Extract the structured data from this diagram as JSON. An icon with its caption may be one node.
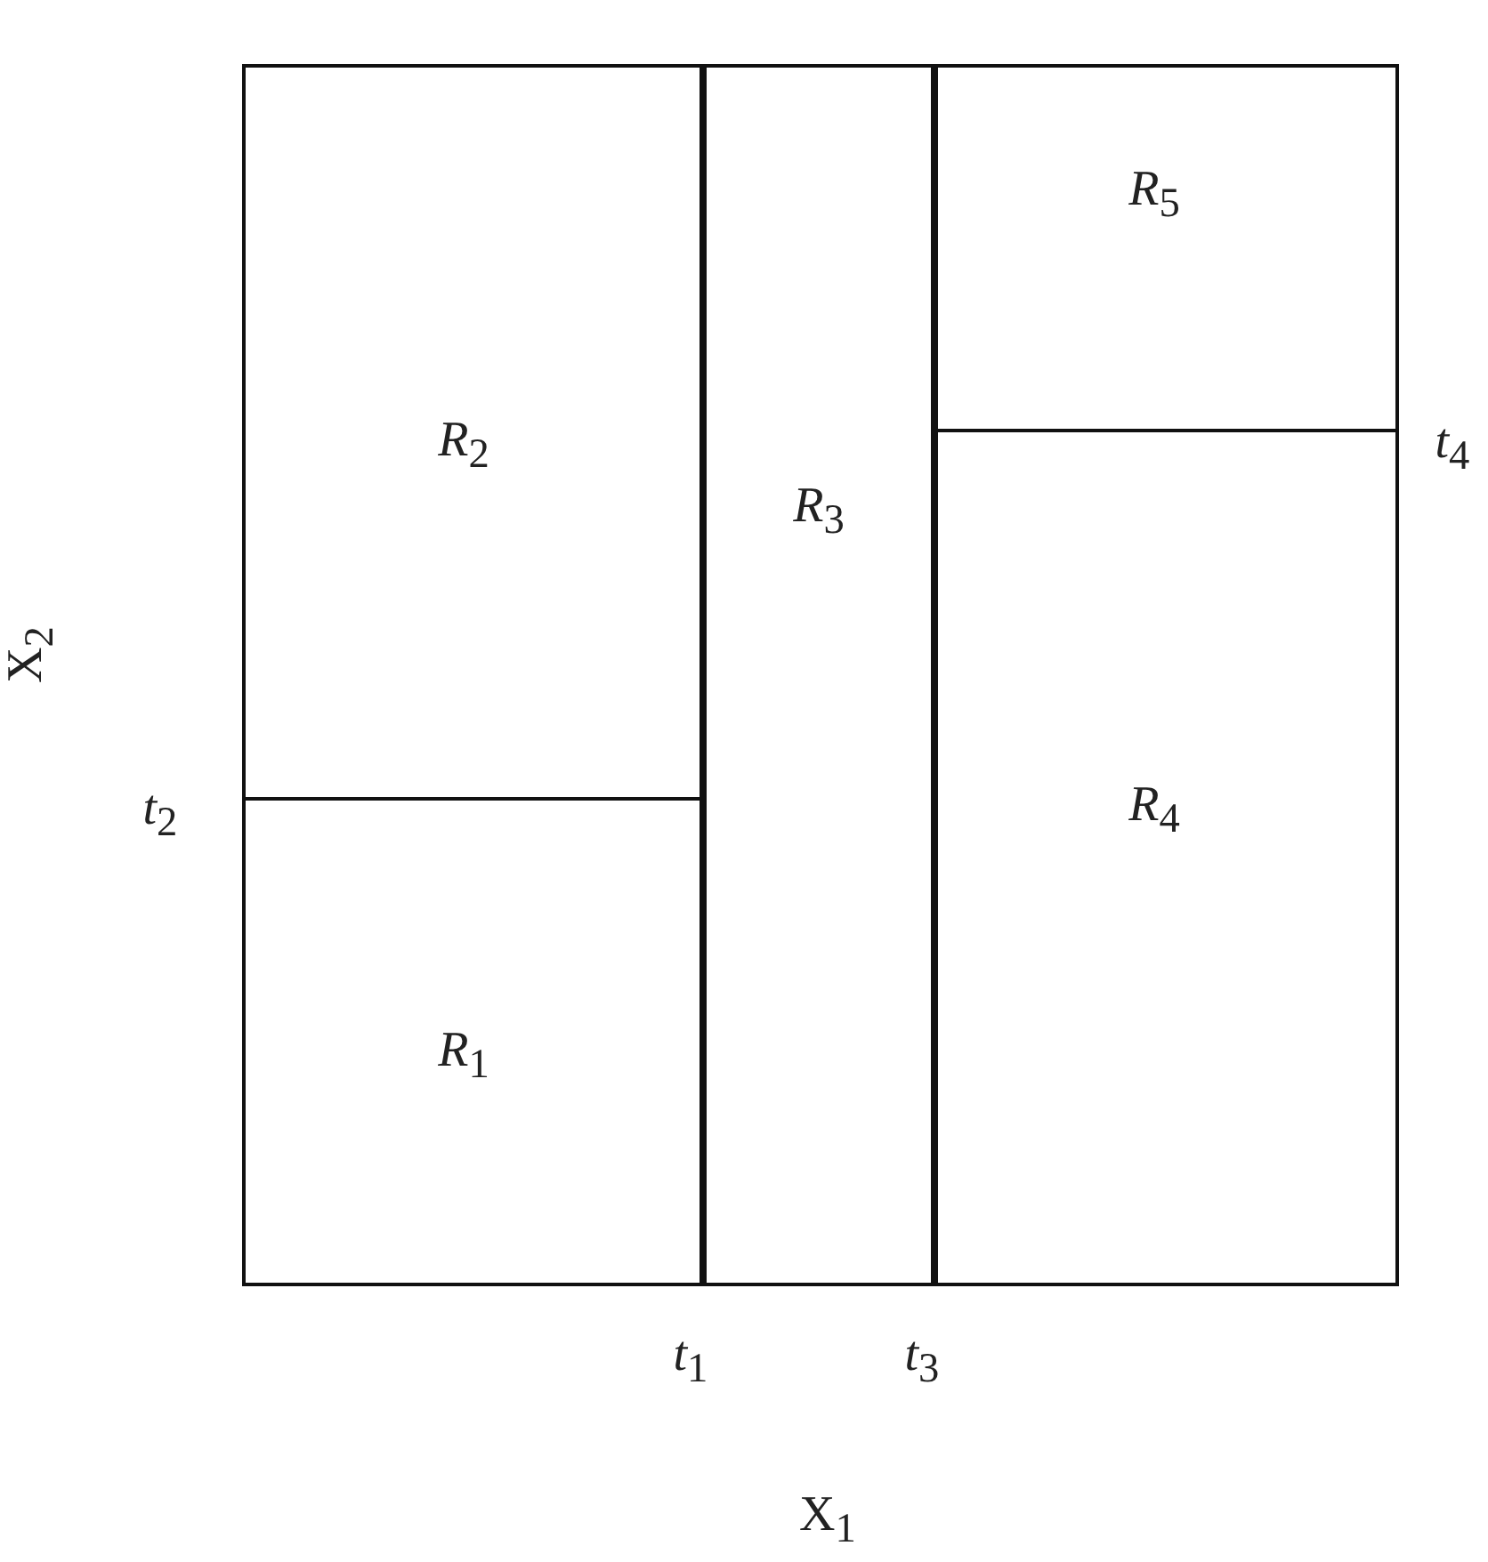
{
  "diagram": {
    "nodes": [
      {
        "text": [
          "*R*$_{2}$"
        ]
      },
      {
        "text": [
          "*R*$_{5}$"
        ]
      },
      {
        "text": [
          "*R*$_{3}$"
        ]
      },
      {
        "text": [
          "*R*$_{4}$"
        ]
      },
      {
        "text": [
          "*R*$_{1}$"
        ]
      }
    ],
    "edges": [],
    "labels": [
      "*t*$_{4}$",
      "X$_{2}$",
      "*t*$_{2}$",
      "*t*$_{1}$",
      "*t*$_{3}$",
      "X$_{1}$"
    ]
  }
}
